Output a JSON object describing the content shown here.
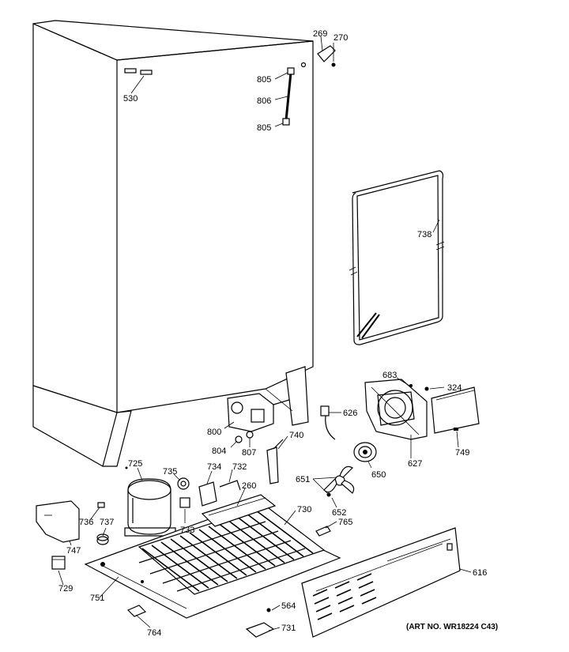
{
  "parts": [
    {
      "key": "p269",
      "label": "269"
    },
    {
      "key": "p270",
      "label": "270"
    },
    {
      "key": "p805a",
      "label": "805"
    },
    {
      "key": "p806",
      "label": "806"
    },
    {
      "key": "p805b",
      "label": "805"
    },
    {
      "key": "p530",
      "label": "530"
    },
    {
      "key": "p738",
      "label": "738"
    },
    {
      "key": "p683",
      "label": "683"
    },
    {
      "key": "p324",
      "label": "324"
    },
    {
      "key": "p626",
      "label": "626"
    },
    {
      "key": "p800",
      "label": "800"
    },
    {
      "key": "p740",
      "label": "740"
    },
    {
      "key": "p804",
      "label": "804"
    },
    {
      "key": "p807",
      "label": "807"
    },
    {
      "key": "p627",
      "label": "627"
    },
    {
      "key": "p749",
      "label": "749"
    },
    {
      "key": "p725",
      "label": "725"
    },
    {
      "key": "p735",
      "label": "735"
    },
    {
      "key": "p734",
      "label": "734"
    },
    {
      "key": "p732",
      "label": "732"
    },
    {
      "key": "p260",
      "label": "260"
    },
    {
      "key": "p650",
      "label": "650"
    },
    {
      "key": "p651",
      "label": "651"
    },
    {
      "key": "p652",
      "label": "652"
    },
    {
      "key": "p730",
      "label": "730"
    },
    {
      "key": "p765",
      "label": "765"
    },
    {
      "key": "p736",
      "label": "736"
    },
    {
      "key": "p737",
      "label": "737"
    },
    {
      "key": "p733",
      "label": "733"
    },
    {
      "key": "p747",
      "label": "747"
    },
    {
      "key": "p616",
      "label": "616"
    },
    {
      "key": "p729",
      "label": "729"
    },
    {
      "key": "p751",
      "label": "751"
    },
    {
      "key": "p564",
      "label": "564"
    },
    {
      "key": "p731",
      "label": "731"
    },
    {
      "key": "p764",
      "label": "764"
    }
  ],
  "art_number": "(ART NO. WR18224 C43)"
}
